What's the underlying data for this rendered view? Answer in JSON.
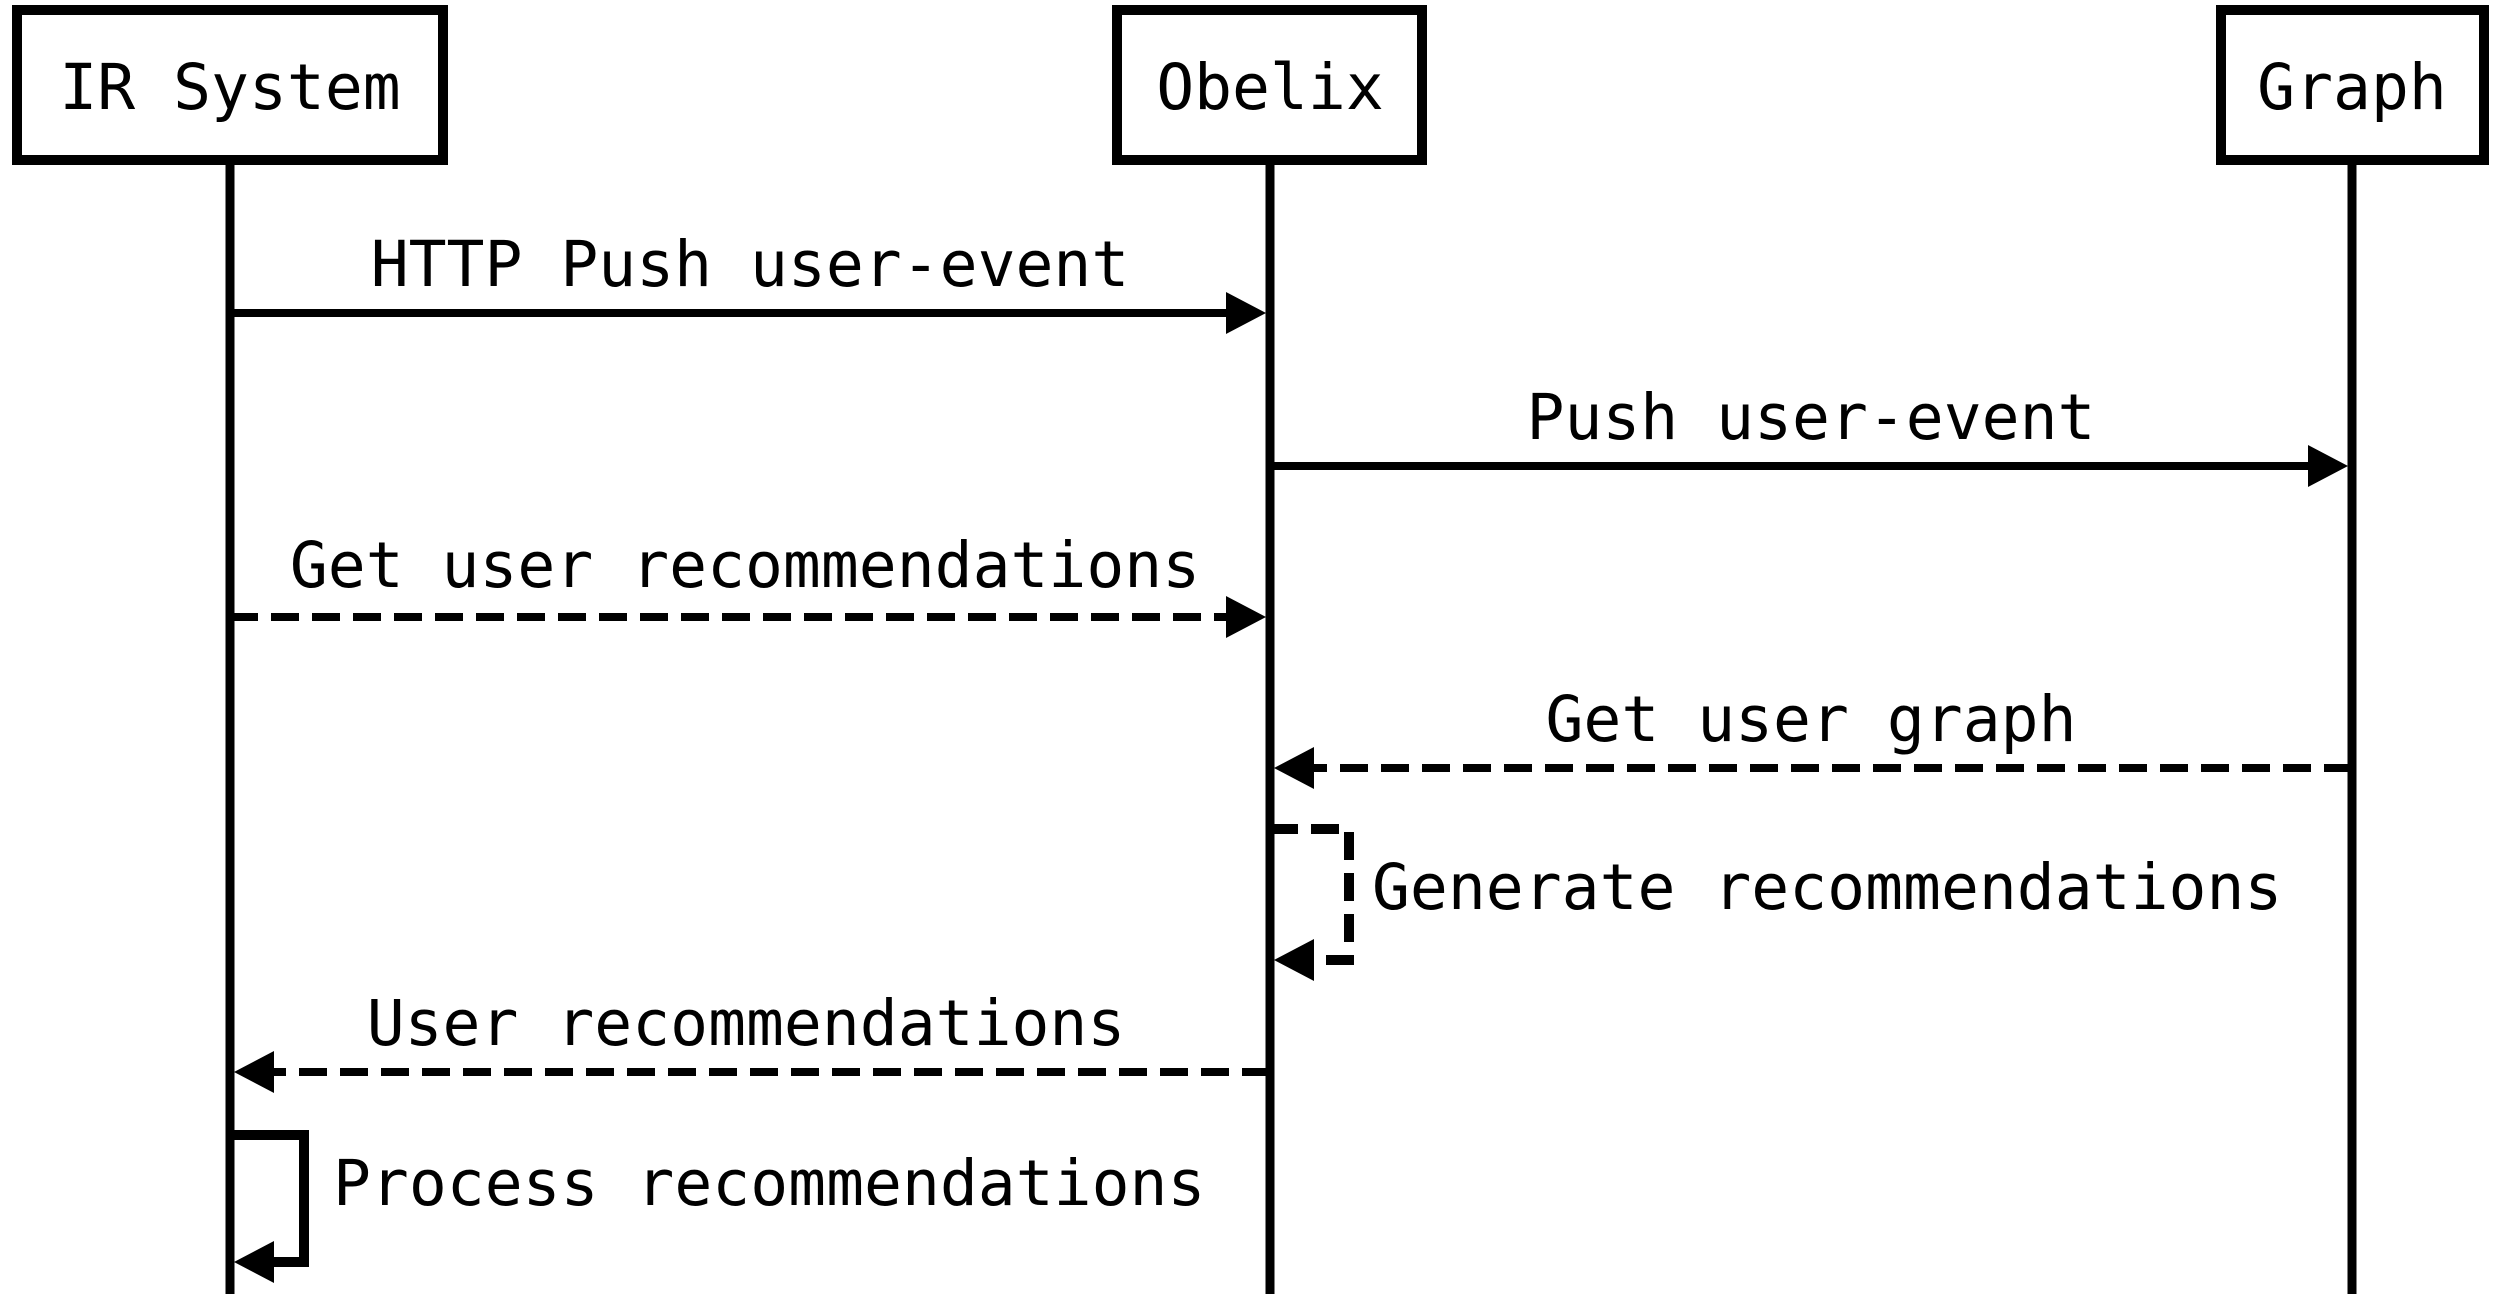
{
  "diagram": {
    "kind": "sequence-diagram",
    "colors": {
      "ink": "#000000",
      "background": "#ffffff"
    },
    "actors": [
      {
        "name": "IR System"
      },
      {
        "name": "Obelix"
      },
      {
        "name": "Graph"
      }
    ],
    "messages": [
      {
        "label": "HTTP Push user-event",
        "from": "IR System",
        "to": "Obelix",
        "line": "solid"
      },
      {
        "label": "Push user-event",
        "from": "Obelix",
        "to": "Graph",
        "line": "solid"
      },
      {
        "label": "Get user recommendations",
        "from": "IR System",
        "to": "Obelix",
        "line": "dashed"
      },
      {
        "label": "Get user graph",
        "from": "Graph",
        "to": "Obelix",
        "line": "dashed"
      },
      {
        "label": "Generate recommendations",
        "from": "Obelix",
        "to": "Obelix",
        "line": "dashed"
      },
      {
        "label": "User recommendations",
        "from": "Obelix",
        "to": "IR System",
        "line": "dashed"
      },
      {
        "label": "Process recommendations",
        "from": "IR System",
        "to": "IR System",
        "line": "solid"
      }
    ]
  }
}
